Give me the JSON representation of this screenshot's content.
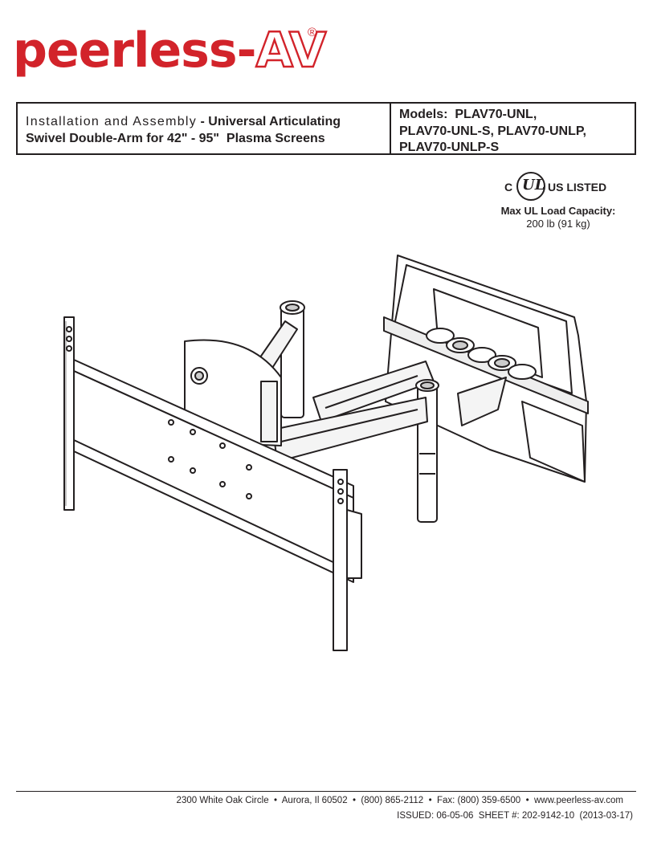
{
  "logo": {
    "brand": "peerless",
    "dash": "-",
    "av": "AV",
    "registered": "®"
  },
  "title": {
    "lead": "Installation and Assembly",
    "separator": " - ",
    "product_line1": "Universal Articulating",
    "product_line2": "Swivel Double-Arm for 42\" - 95\"  Plasma Screens"
  },
  "models": {
    "line1": "Models:  PLAV70-UNL,",
    "line2": "PLAV70-UNL-S, PLAV70-UNLP,",
    "line3": "PLAV70-UNLP-S"
  },
  "certification": {
    "c": "C",
    "ul": "UL",
    "us_listed": "US LISTED"
  },
  "capacity": {
    "label": "Max UL Load Capacity:",
    "value": "200 lb (91 kg)"
  },
  "footer": {
    "address": "2300 White Oak Circle  •  Aurora, Il 60502  •  (800) 865-2112  •  Fax: (800) 359-6500  •  www.peerless-av.com",
    "issued": "ISSUED: 06-05-06  SHEET #: 202-9142-10  (2013-03-17)"
  }
}
